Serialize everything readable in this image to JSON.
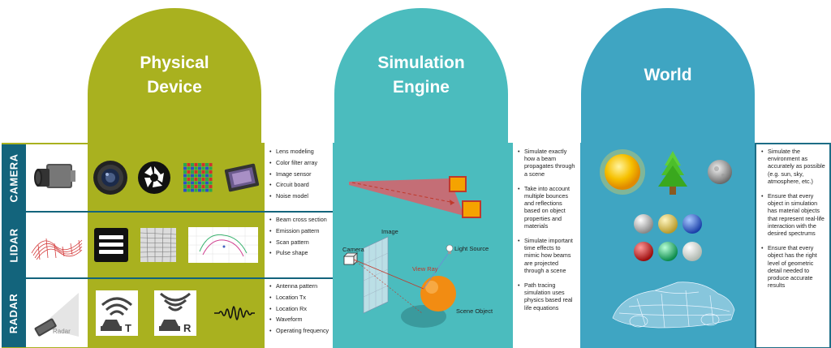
{
  "columns": {
    "physical": {
      "title": "Physical\nDevice"
    },
    "simulation": {
      "title": "Simulation\nEngine"
    },
    "world": {
      "title": "World"
    }
  },
  "rows": {
    "camera": {
      "label": "CAMERA",
      "bullets": [
        "Lens modeling",
        "Color filter array",
        "Image sensor",
        "Circuit board",
        "Noise model"
      ]
    },
    "lidar": {
      "label": "LIDAR",
      "bullets": [
        "Beam cross section",
        "Emission pattern",
        "Scan pattern",
        "Pulse shape"
      ]
    },
    "radar": {
      "label": "RADAR",
      "sensor_caption": "Radar",
      "bullets": [
        "Antenna pattern",
        "Location Tx",
        "Location Rx",
        "Waveform",
        "Operating frequency"
      ],
      "tx_letter": "T",
      "rx_letter": "R"
    }
  },
  "simulation": {
    "bullets": [
      "Simulate exactly how a beam propagates through a scene",
      "Take into account multiple bounces and reflections based on object properties and materials",
      "Simulate important time effects to mimic how beams are projected through a scene",
      "Path tracing simulation uses physics based real life equations"
    ],
    "diagram": {
      "camera_label": "Camera",
      "image_label": "Image",
      "light_label": "Light Source",
      "view_ray_label": "View Ray",
      "scene_object_label": "Scene Object"
    }
  },
  "world": {
    "bullets": [
      "Simulate the environment as accurately as possible (e.g. sun, sky, atmosphere, etc.)",
      "Ensure that every object in simulation has material objects that represent real-life interaction with the desired spectrums",
      "Ensure that every object has the right level of geometric detail needed to produce accurate results"
    ]
  },
  "colors": {
    "physical": "#a9b11f",
    "simulation": "#4bbcbe",
    "world": "#3fa5c2",
    "row_label": "#13647c"
  },
  "icons": [
    "camera-icon",
    "lens-icon",
    "aperture-icon",
    "color-filter-icon",
    "circuit-board-icon",
    "lidar-surface-icon",
    "beam-bars-icon",
    "scan-pattern-icon",
    "emission-plot-icon",
    "radar-sensor-icon",
    "radar-tx-icon",
    "radar-rx-icon",
    "waveform-icon",
    "sun-icon",
    "tree-icon",
    "moon-icon",
    "material-spheres-icon",
    "car-wireframe-icon"
  ]
}
